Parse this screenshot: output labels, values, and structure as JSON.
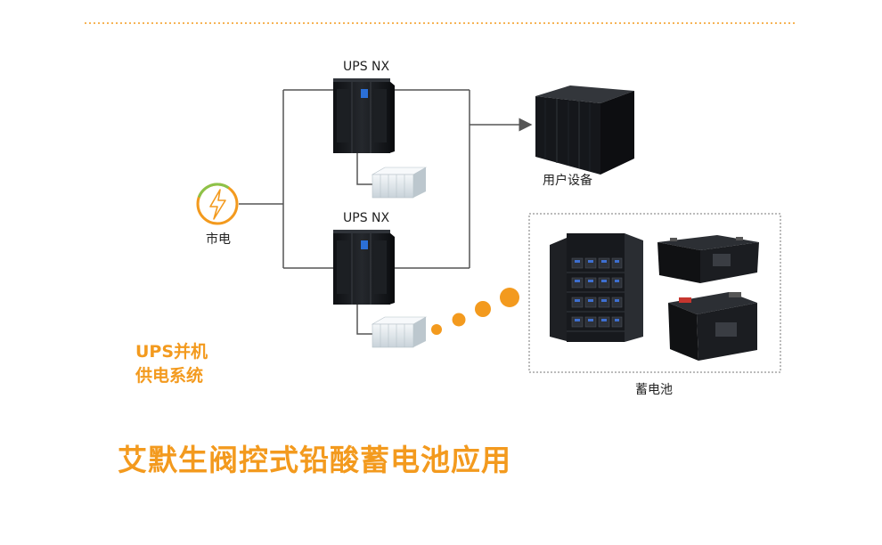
{
  "colors": {
    "accent": "#f39a1e",
    "line": "#555555",
    "cabinet": "#15171b",
    "battery": "#e7edf1"
  },
  "labels": {
    "ups_top": "UPS NX",
    "ups_bottom": "UPS NX",
    "mains": "市电",
    "user_equipment": "用户设备",
    "battery": "蓄电池"
  },
  "system": {
    "line1": "UPS并机",
    "line2": "供电系统"
  },
  "headline": "艾默生阀控式铅酸蓄电池应用",
  "icons": [
    "lightning-icon",
    "ups-cabinet",
    "battery-pack",
    "server-rack",
    "battery-cabinet",
    "battery-block"
  ]
}
